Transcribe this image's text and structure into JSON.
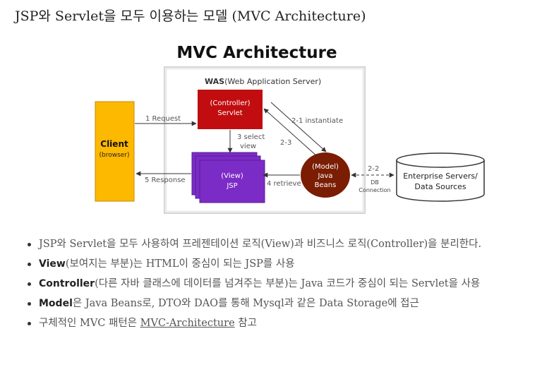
{
  "heading": "JSP와 Servlet을 모두 이용하는 모델 (MVC Architecture)",
  "diagram": {
    "title": "MVC Architecture",
    "was_label_bold": "WAS",
    "was_label_rest": "(Web Application Server)",
    "client": {
      "title": "Client",
      "subtitle": "(browser)"
    },
    "controller": {
      "line1": "(Controller)",
      "line2": "Servlet"
    },
    "view": {
      "line1": "(View)",
      "line2": "JSP"
    },
    "model": {
      "line1": "(Model)",
      "line2": "Java",
      "line3": "Beans"
    },
    "db": {
      "line1": "Enterprise Servers/",
      "line2": "Data Sources"
    },
    "arrows": {
      "request": "1 Request",
      "select_1": "3 select",
      "select_2": "view",
      "instantiate": "2-1 instantiate",
      "step_23": "2-3",
      "step_22": "2-2",
      "db_conn_1": "DB",
      "db_conn_2": "Connection",
      "retrieve": "4 retrieve",
      "response": "5 Response"
    },
    "colors": {
      "client": "#fdb800",
      "controller": "#c10d0f",
      "view": "#7b2bc6",
      "model": "#7a1d03"
    }
  },
  "notes": [
    {
      "text": "JSP와 Servlet을 모두 사용하여 프레젠테이션 로직(View)과 비즈니스 로직(Controller)을 분리한다."
    },
    {
      "bold": "View",
      "text": "(보여지는 부분)는 HTML이 중심이 되는 JSP를 사용"
    },
    {
      "bold": "Controller",
      "text": "(다른 자바 클래스에 데이터를 넘겨주는 부분)는 Java 코드가 중심이 되는 Servlet을 사용"
    },
    {
      "bold": "Model",
      "text": "은 Java Beans로, DTO와 DAO를 통해 Mysql과 같은 Data Storage에 접근"
    },
    {
      "pre": "구체적인 MVC 패턴은 ",
      "link": "MVC-Architecture",
      "post": " 참고"
    }
  ]
}
